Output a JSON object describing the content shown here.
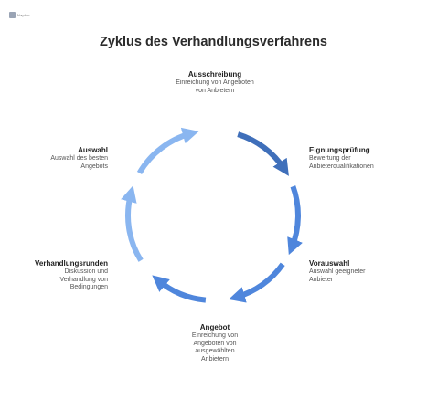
{
  "logo": {
    "text": "Napkin"
  },
  "title": "Zyklus des Verhandlungsverfahrens",
  "colors": {
    "arc_dark": "#3f6fba",
    "arc_mid": "#4f86dc",
    "arc_light": "#8ab6f0"
  },
  "steps": [
    {
      "title": "Ausschreibung",
      "desc": "Einreichung von Angeboten von Anbietern"
    },
    {
      "title": "Eignungsprüfung",
      "desc": "Bewertung der Anbieterqualifikationen"
    },
    {
      "title": "Vorauswahl",
      "desc": "Auswahl geeigneter Anbieter"
    },
    {
      "title": "Angebot",
      "desc": "Einreichung von Angeboten von ausgewählten Anbietern"
    },
    {
      "title": "Verhandlungsrunden",
      "desc": "Diskussion und Verhandlung von Bedingungen"
    },
    {
      "title": "Auswahl",
      "desc": "Auswahl des besten Angebots"
    }
  ]
}
